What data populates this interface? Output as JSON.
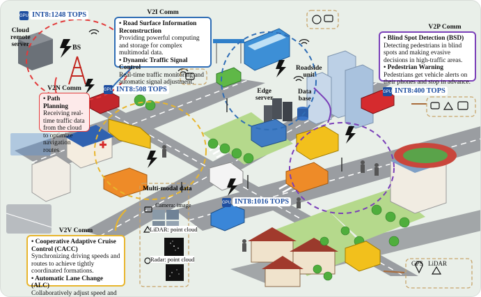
{
  "compute_labels": {
    "cloud": "INT8:1248 TOPS",
    "vehicle_left": "INT8:508 TOPS",
    "vehicle_right": "INT8:400 TOPS",
    "vehicle_bottom": "INT8:1016 TOPS"
  },
  "chip_label": "GPU",
  "nodes": {
    "cloud": "Cloud\nremote\nserver",
    "bs": "BS",
    "roadside": "Roadside\nunit",
    "edge": "Edge\nserver",
    "database": "Data\nbase"
  },
  "v2i": {
    "title": "V2I Comm",
    "items": [
      {
        "heading": "Road Surface Information Reconstruction",
        "body": "Providing powerful computing and storage for complex multimodal data."
      },
      {
        "heading": "Dynamic Traffic Signal Control",
        "body": "Real-time traffic monitoring and automatic signal adjustment."
      }
    ]
  },
  "v2n": {
    "title": "V2N Comm",
    "items": [
      {
        "heading": "Path Planning",
        "body": "Receiving real-time traffic data from the cloud to optimize navigation routes."
      }
    ]
  },
  "v2p": {
    "title": "V2P Comm",
    "items": [
      {
        "heading": "Blind Spot Detection (BSD)",
        "body": "Detecting pedestrians in blind spots and making evasive decisions in high-traffic areas."
      },
      {
        "heading": "Pedestrian Warning",
        "body": "Pedestrians get vehicle alerts on their phones and stop in advance."
      }
    ]
  },
  "v2v": {
    "title": "V2V Comm",
    "items": [
      {
        "heading": "Cooperative Adaptive Cruise Control (CACC)",
        "body": "Synchronizing driving speeds and routes to achieve tightly coordinated formations."
      },
      {
        "heading": "Automatic Lane Change (ALC)",
        "body": "Collaboratively adjust speed and lane positioning."
      }
    ]
  },
  "multimodal": {
    "title": "Multi-modal data",
    "camera": "Camera: image",
    "lidar": "LiDAR: point cloud",
    "radar": "Radar: point cloud"
  },
  "sensors": {
    "gps": "GPS",
    "lidar": "LiDAR"
  },
  "colors": {
    "v2i": "#2f6db5",
    "v2n": "#e23b3b",
    "v2p": "#7a3fb8",
    "v2v": "#e8b52c",
    "card_tan": "#c7a46a",
    "road": "#8f9296"
  }
}
